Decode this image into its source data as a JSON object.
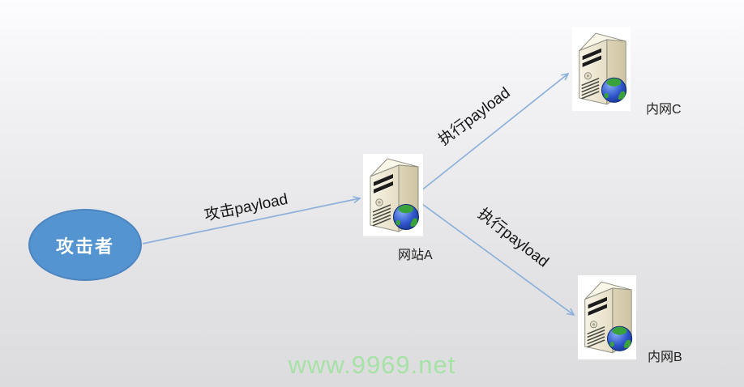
{
  "diagram": {
    "attacker": {
      "label": "攻击者"
    },
    "nodes": [
      {
        "id": "site-a",
        "label": "网站A"
      },
      {
        "id": "intranet-c",
        "label": "内网C"
      },
      {
        "id": "intranet-b",
        "label": "内网B"
      }
    ],
    "edges": [
      {
        "from": "attacker",
        "to": "site-a",
        "label": "攻击payload"
      },
      {
        "from": "site-a",
        "to": "intranet-c",
        "label": "执行payload"
      },
      {
        "from": "site-a",
        "to": "intranet-b",
        "label": "执行payload"
      }
    ],
    "watermark": "www.9969.net",
    "colors": {
      "attacker_fill": "#5494d0",
      "attacker_border": "#4c85c0",
      "arrow": "#8cb0da",
      "watermark": "#a6e2a6",
      "label_text": "#141414"
    }
  }
}
